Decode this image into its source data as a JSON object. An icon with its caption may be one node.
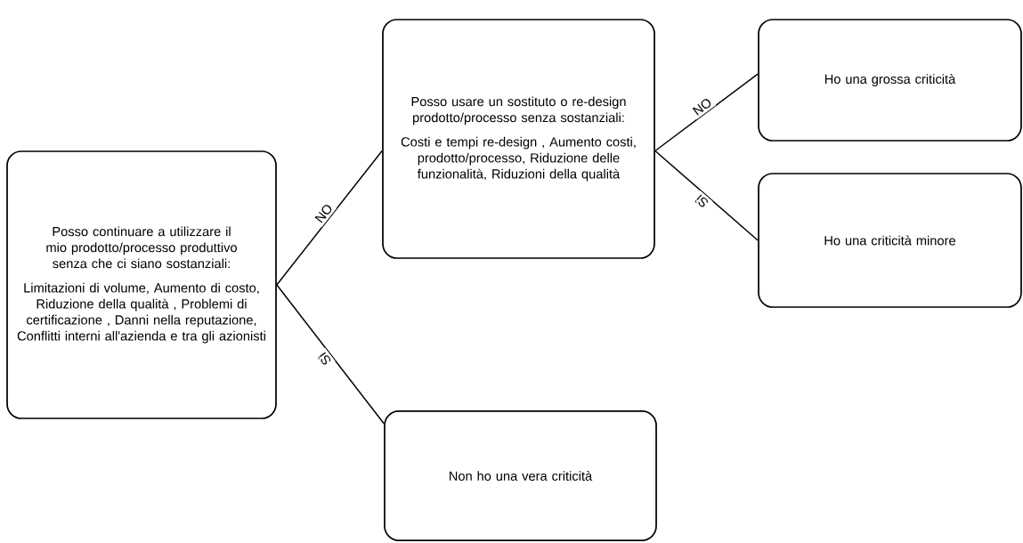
{
  "diagram": {
    "nodes": [
      {
        "text": [
          "Posso continuare a utilizzare il mio prodotto/processo produttivo senza che ci siano sostanziali:",
          "Limitazioni di volume, Aumento di costo, Riduzione della qualità , Problemi di certificazione , Danni nella reputazione, Conflitti interni all'azienda e tra gli azionisti"
        ]
      },
      {
        "text": [
          "Posso usare un sostituto o re-design prodotto/processo senza sostanziali:",
          "Costi e tempi re-design , Aumento costi, prodotto/processo, Riduzione delle funzionalità, Riduzioni della qualità"
        ]
      },
      {
        "text": [
          "Ho una grossa criticità"
        ]
      },
      {
        "text": [
          "Ho una criticità minore"
        ]
      },
      {
        "text": [
          "Non ho una vera criticità"
        ]
      }
    ],
    "edges": [
      {
        "from": 0,
        "to": 1,
        "arrow": "none",
        "label": "NO"
      },
      {
        "from": 0,
        "to": 4,
        "arrow": "none",
        "label": "Sì"
      },
      {
        "from": 1,
        "to": 2,
        "arrow": "none",
        "label": "NO"
      },
      {
        "from": 1,
        "to": 3,
        "arrow": "none",
        "label": "Sì"
      }
    ]
  }
}
